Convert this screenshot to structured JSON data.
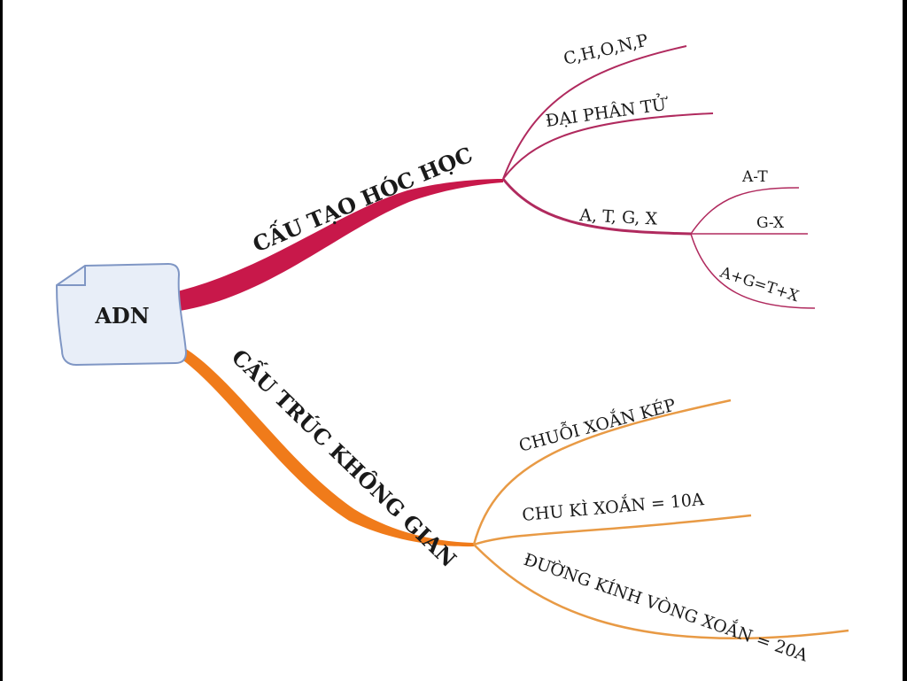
{
  "root": {
    "label": "ADN"
  },
  "branches": [
    {
      "label": "CẤU TẠO HÓC HỌC",
      "color": "#c8184a",
      "children": [
        {
          "label": "C,H,O,N,P"
        },
        {
          "label": "ĐẠI PHÂN TỬ"
        },
        {
          "label": "A, T, G, X",
          "children": [
            {
              "label": "A-T"
            },
            {
              "label": "G-X"
            },
            {
              "label": "A+G=T+X"
            }
          ]
        }
      ]
    },
    {
      "label": "CẤU TRÚC KHÔNG GIAN",
      "color": "#f07b1a",
      "children": [
        {
          "label": "CHUỖI XOẮN KÉP"
        },
        {
          "label": "CHU KÌ XOẮN = 10A"
        },
        {
          "label": "ĐƯỜNG KÍNH VÒNG XOẮN = 20A"
        }
      ]
    }
  ],
  "colors": {
    "node_fill": "#e8eef8",
    "node_stroke": "#7f96c4",
    "sub_red": "#b02a5e",
    "sub_orange": "#e89a45"
  }
}
